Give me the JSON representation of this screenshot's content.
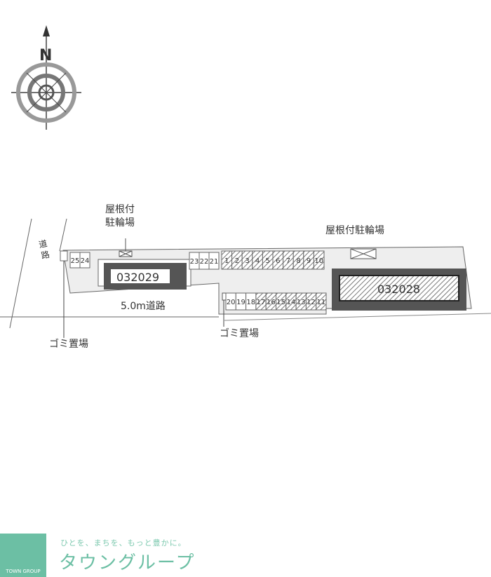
{
  "compass": {
    "north_label": "N"
  },
  "labels": {
    "covered_bike_left": "屋根付\n駐輪場",
    "covered_bike_right": "屋根付駐輪場",
    "road_side": "道路",
    "road_main": "5.0m道路",
    "garbage_left": "ゴミ置場",
    "garbage_right": "ゴミ置場"
  },
  "buildings": [
    {
      "id": "032029"
    },
    {
      "id": "032028"
    }
  ],
  "parking": {
    "left": [
      "25",
      "24"
    ],
    "middle": [
      "23",
      "22",
      "21"
    ],
    "top_row": [
      "1",
      "2",
      "3",
      "4",
      "5",
      "6",
      "7",
      "8",
      "9",
      "10"
    ],
    "bottom_row": [
      "20",
      "19",
      "18",
      "17",
      "16",
      "15",
      "14",
      "13",
      "12",
      "11"
    ]
  },
  "footer": {
    "tagline": "ひとを、まちを、もっと豊かに。",
    "brand": "タウングループ",
    "logo_text": "TOWN GROUP"
  },
  "colors": {
    "brand": "#6cbfa4",
    "building": "#555555"
  }
}
